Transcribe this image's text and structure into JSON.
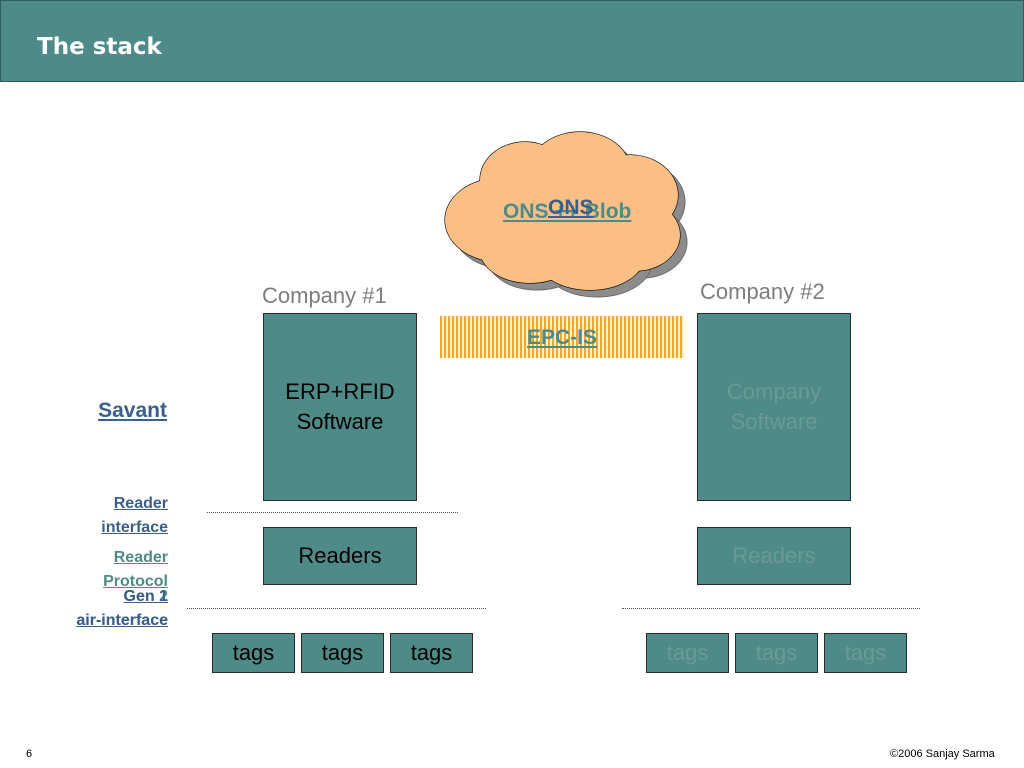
{
  "slide": {
    "title": "The stack",
    "page_number": "6",
    "copyright": "©2006 Sanjay Sarma"
  },
  "cloud": {
    "back_label": "ONS ++ Blob",
    "front_label": "ONS"
  },
  "epc_is_label": "EPC-IS",
  "company1": {
    "label": "Company #1",
    "software_line1": "ERP+RFID",
    "software_line2": "Software",
    "readers": "Readers",
    "tags": [
      "tags",
      "tags",
      "tags"
    ]
  },
  "company2": {
    "label": "Company #2",
    "software_line1": "Company",
    "software_line2": "Software",
    "readers": "Readers",
    "tags": [
      "tags",
      "tags",
      "tags"
    ]
  },
  "side_labels": {
    "savant": "Savant",
    "reader_interface_line1": "Reader",
    "reader_interface_line2": "interface",
    "reader_protocol_line1": "Reader",
    "reader_protocol_line2": "Protocol",
    "gen_back": "Gen 2",
    "gen_front": "Gen 1",
    "air_interface": "air-interface"
  },
  "colors": {
    "teal": "#4e8b88",
    "cloud_fill": "#fbbf86",
    "epc_stripe": "#f5a623",
    "link_blue": "#3a5f8a"
  }
}
